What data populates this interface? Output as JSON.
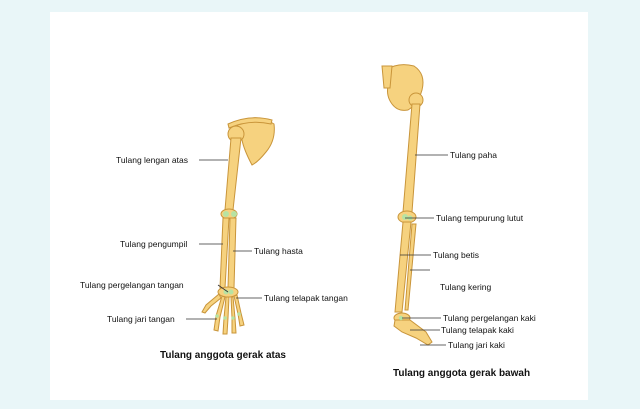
{
  "colors": {
    "bone_fill": "#f6d27f",
    "bone_stroke": "#c9953a",
    "joint": "#b7e3a3",
    "background": "#e9f6f8"
  },
  "upper_limb": {
    "caption": "Tulang anggota gerak atas",
    "labels": {
      "humerus": "Tulang lengan atas",
      "ulna": "Tulang pengumpil",
      "radius": "Tulang hasta",
      "carpal": "Tulang pergelangan tangan",
      "metacarpal": "Tulang telapak tangan",
      "phalanges": "Tulang jari tangan"
    }
  },
  "lower_limb": {
    "caption": "Tulang anggota gerak bawah",
    "labels": {
      "femur": "Tulang paha",
      "patella": "Tulang tempurung lutut",
      "tibia": "Tulang betis",
      "fibula": "Tulang kering",
      "tarsal": "Tulang pergelangan kaki",
      "metatarsal": "Tulang telapak kaki",
      "phalanges": "Tulang jari kaki"
    }
  }
}
